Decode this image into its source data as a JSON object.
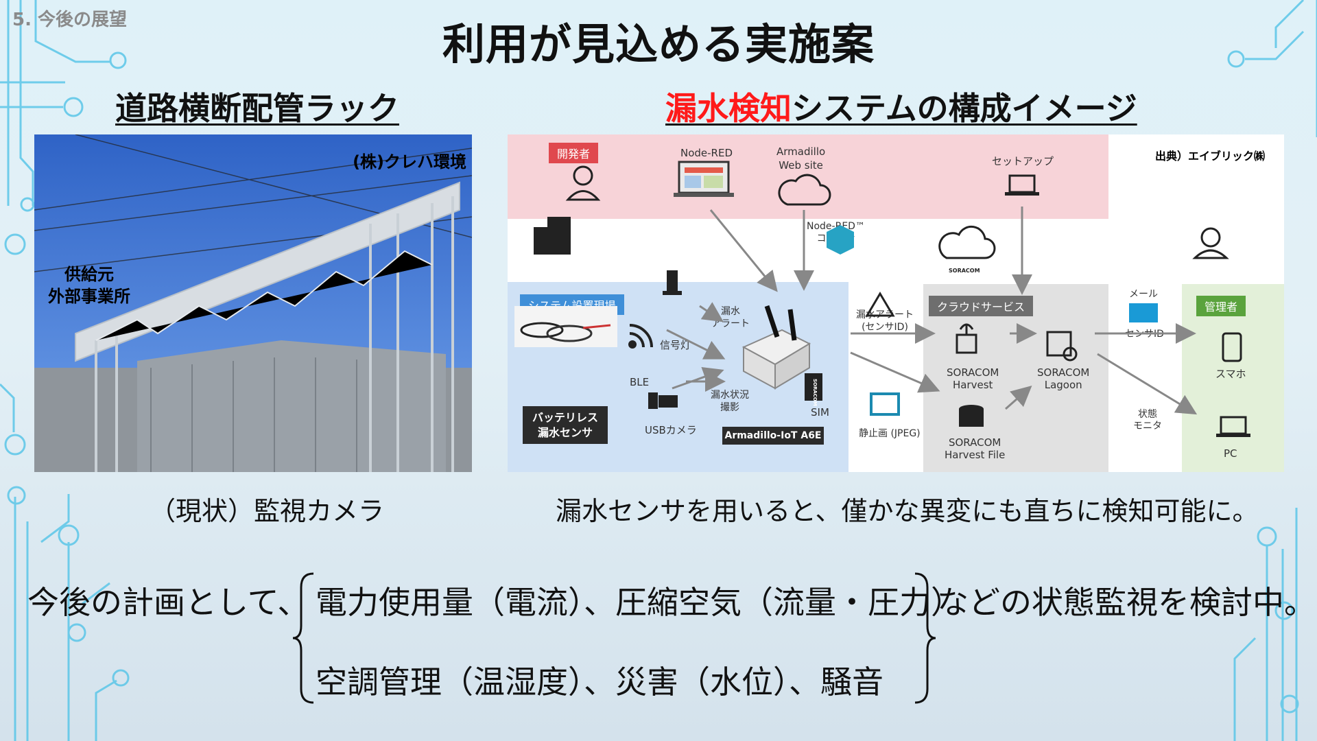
{
  "slide": {
    "section": "5. 今後の展望",
    "title": "利用が見込める実施案"
  },
  "left": {
    "heading": "道路横断配管ラック",
    "photo_credit": "(株)クレハ環境",
    "photo_label_line1": "供給元",
    "photo_label_line2": "外部事業所",
    "caption": "（現状）監視カメラ"
  },
  "right": {
    "heading_highlight": "漏水検知",
    "heading_rest": "システムの構成イメージ",
    "caption": "漏水センサを用いると、僅かな異変にも直ちに検知可能に。"
  },
  "diagram": {
    "source": "出典）エイブリック㈱",
    "developer": "開発者",
    "node_red": "Node-RED",
    "armadillo_web_1": "Armadillo",
    "armadillo_web_2": "Web site",
    "setup": "セットアップ",
    "node_red_container_1": "Node-RED™",
    "node_red_container_2": "コンテナ",
    "site": "システム設置現場",
    "signal_light": "信号灯",
    "leak_alert_1": "漏水",
    "leak_alert_2": "アラート",
    "ble": "BLE",
    "usb_camera": "USBカメラ",
    "leak_capture_1": "漏水状況",
    "leak_capture_2": "撮影",
    "battery_sensor_1": "バッテリレス",
    "battery_sensor_2": "漏水センサ",
    "sim": "SIM",
    "device": "Armadillo-IoT A6E",
    "soracom_badge": "SORACOM",
    "sim_soracom": "SORACOM",
    "alert_sensor_1": "漏水アラート",
    "alert_sensor_2": "(センサID)",
    "still_image": "静止画 (JPEG)",
    "cloud_service": "クラウドサービス",
    "harvest_1": "SORACOM",
    "harvest_2": "Harvest",
    "lagoon_1": "SORACOM",
    "lagoon_2": "Lagoon",
    "harvest_file_1": "SORACOM",
    "harvest_file_2": "Harvest File",
    "mail": "メール",
    "sensor_id": "センサID",
    "status_1": "状態",
    "status_2": "モニタ",
    "admin": "管理者",
    "phone": "スマホ",
    "pc": "PC"
  },
  "plan": {
    "lead": "今後の計画として、",
    "item_red": "電力使用量（電流）、圧縮空気（流量・圧力）",
    "item_blue": "空調管理（温湿度）、災害（水位）、騒音",
    "tail": "などの状態監視を検討中。"
  },
  "colors": {
    "accent_red": "#ff1a1a",
    "accent_blue": "#1a1ae6",
    "circuit": "#5bc6e8"
  }
}
